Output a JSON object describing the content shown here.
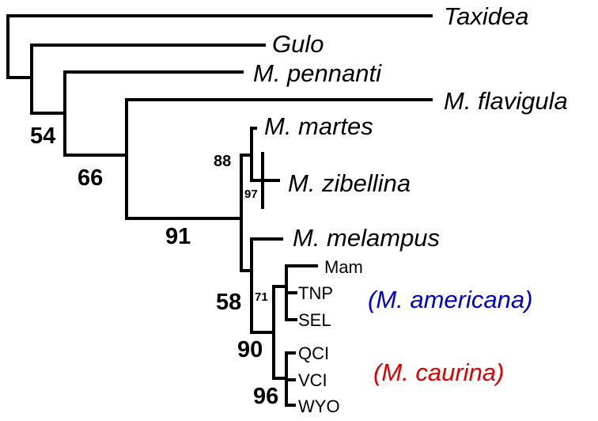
{
  "taxa": {
    "taxidea": "Taxidea",
    "gulo": "Gulo",
    "pennanti": "M. pennanti",
    "flavigula": "M. flavigula",
    "martes": "M. martes",
    "zibellina": "M. zibellina",
    "melampus": "M. melampus"
  },
  "populations": {
    "mam": "Mam",
    "tnp": "TNP",
    "sel": "SEL",
    "qci": "QCI",
    "vci": "VCI",
    "wyo": "WYO"
  },
  "groups": {
    "americana": {
      "label": "(M. americana)",
      "color": "#0000cc"
    },
    "caurina": {
      "label": "(M. caurina)",
      "color": "#dd0000"
    }
  },
  "support_values": {
    "gulo_node": "54",
    "pennanti_node": "66",
    "flavigula_node": "91",
    "martes_zibellina_node": "88",
    "zibellina_node": "97",
    "melampus_node": "58",
    "americana_node": "71",
    "american_martens_node": "90",
    "caurina_node": "96"
  }
}
